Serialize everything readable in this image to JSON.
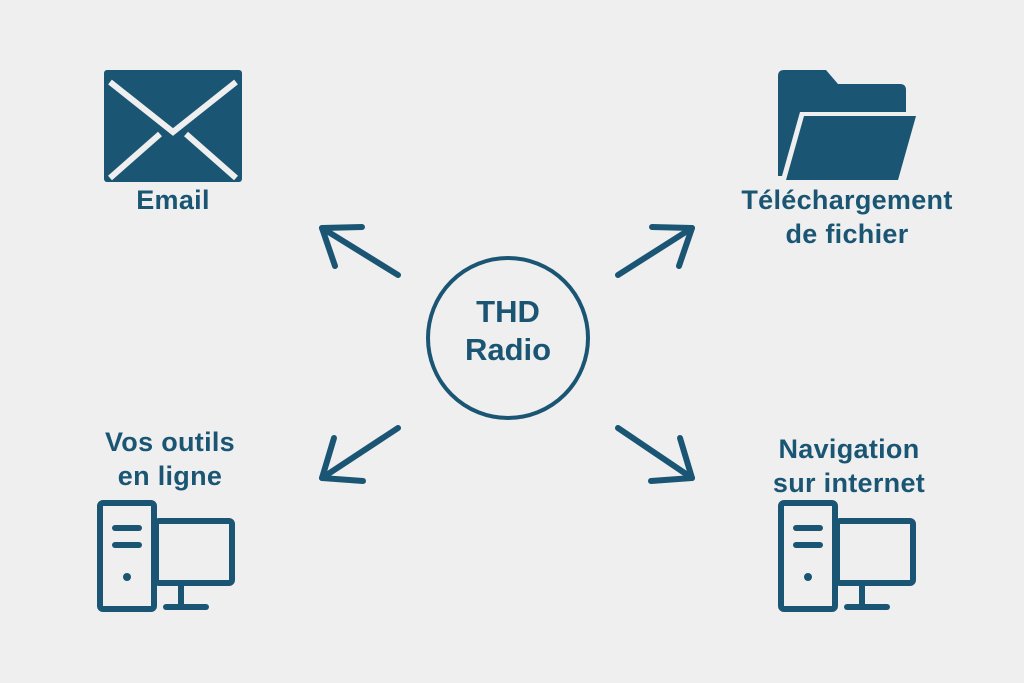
{
  "colors": {
    "primary": "#1a5674",
    "background": "#efefef"
  },
  "center": {
    "line1": "THD",
    "line2": "Radio"
  },
  "nodes": {
    "email": {
      "icon": "envelope-icon",
      "line1": "Email"
    },
    "download": {
      "icon": "folder-icon",
      "line1": "Téléchargement",
      "line2": "de fichier"
    },
    "tools": {
      "icon": "desktop-computer-icon",
      "line1": "Vos outils",
      "line2": "en ligne"
    },
    "browsing": {
      "icon": "desktop-computer-icon",
      "line1": "Navigation",
      "line2": "sur internet"
    }
  }
}
